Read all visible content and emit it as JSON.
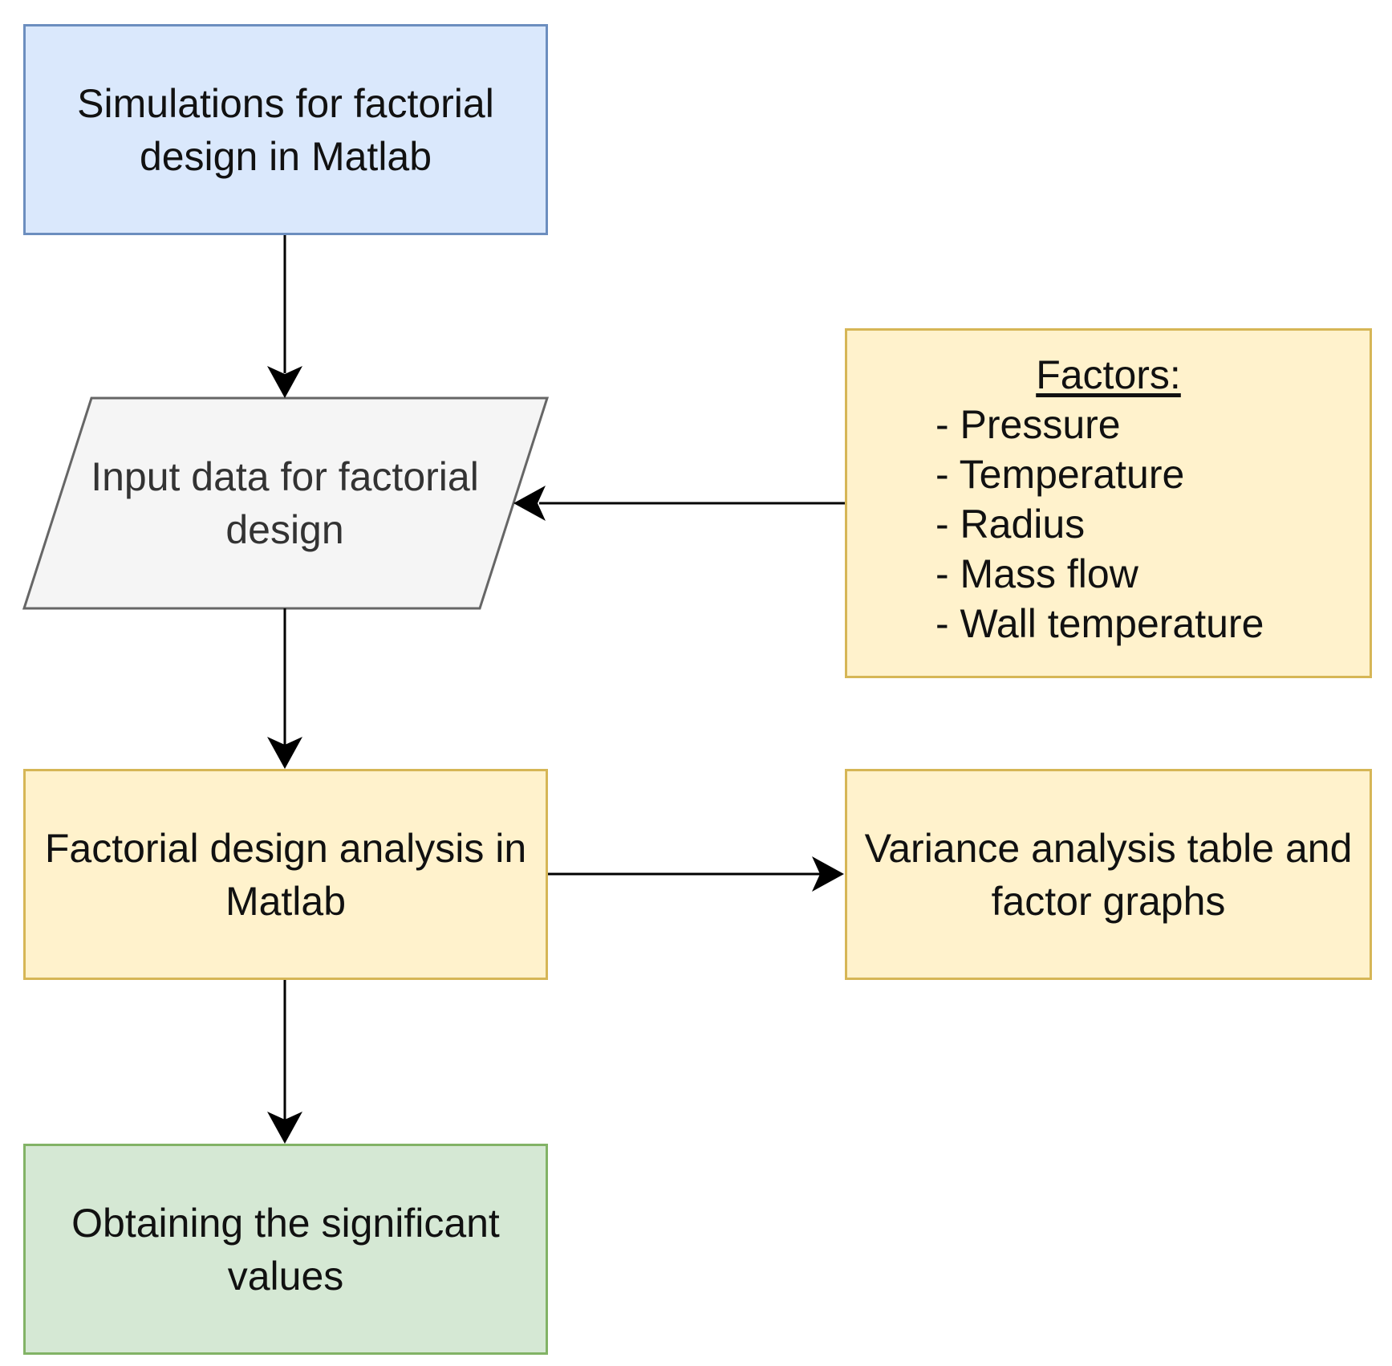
{
  "nodes": {
    "simulations": {
      "lines": [
        "Simulations for factorial",
        "design in Matlab"
      ]
    },
    "input_data": {
      "lines": [
        "Input data for factorial",
        "design"
      ]
    },
    "factors": {
      "title": "Factors:",
      "items": [
        "- Pressure",
        "- Temperature",
        "- Radius",
        "- Mass flow",
        "- Wall temperature"
      ]
    },
    "analysis": {
      "lines": [
        "Factorial design analysis in",
        "Matlab"
      ]
    },
    "variance": {
      "lines": [
        "Variance analysis table and",
        "factor graphs"
      ]
    },
    "significant": {
      "lines": [
        "Obtaining the significant",
        "values"
      ]
    }
  },
  "colors": {
    "blue_fill": "#dae8fc",
    "blue_border": "#6c8ebf",
    "gray_fill": "#f5f5f5",
    "gray_border": "#666666",
    "yellow_fill": "#fff2cc",
    "yellow_border": "#d6b656",
    "green_fill": "#d5e8d4",
    "green_border": "#82b366",
    "connector": "#000000"
  }
}
